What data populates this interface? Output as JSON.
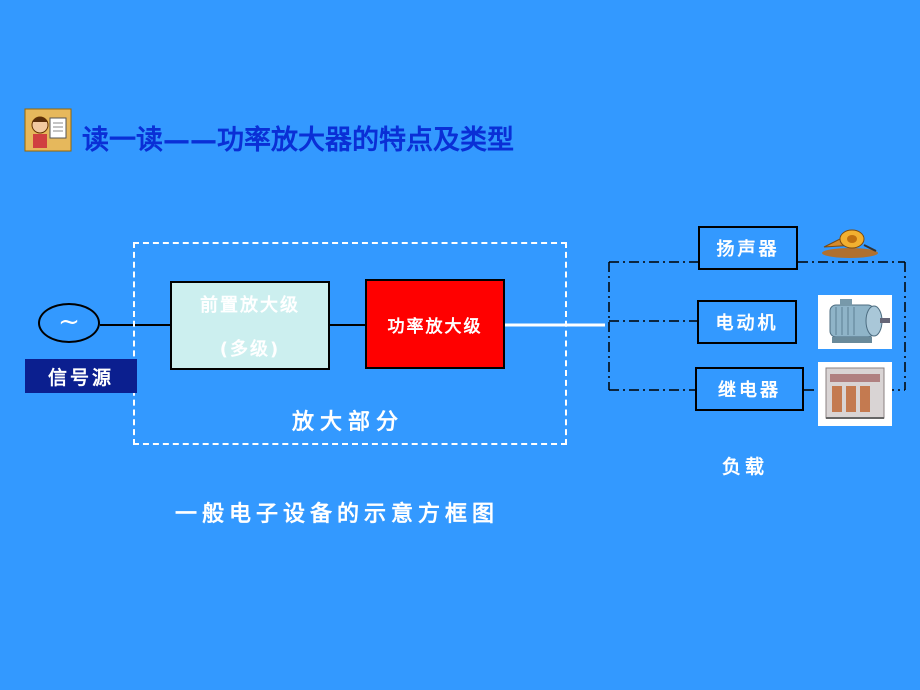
{
  "header": {
    "title": "读一读——功率放大器的特点及类型"
  },
  "diagram": {
    "source_symbol": "~",
    "source_label": "信号源",
    "pre_amp_line1": "前置放大级",
    "pre_amp_line2": "(多级)",
    "power_amp_label": "功率放大级",
    "amp_section_label": "放大部分",
    "loads": {
      "speaker": "扬声器",
      "motor": "电动机",
      "relay": "继电器"
    },
    "load_label": "负载",
    "caption": "一般电子设备的示意方框图"
  },
  "colors": {
    "background": "#3399ff",
    "title": "#0a2fd6",
    "power_amp_fill": "#ff0000",
    "pre_amp_fill": "#ccefef",
    "source_label_fill": "#0b1f8f"
  }
}
